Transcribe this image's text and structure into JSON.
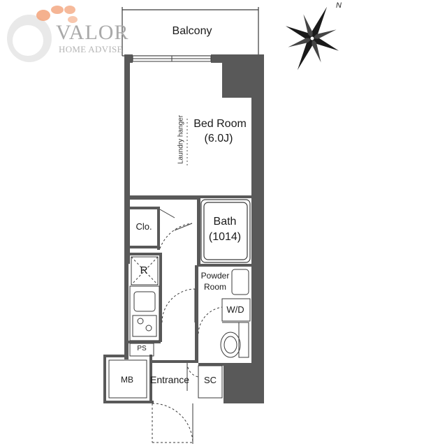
{
  "logo": {
    "brand": "VALOR",
    "subtitle": "HOME ADVISE"
  },
  "compass": {
    "north_label": "N",
    "icon": "compass-rose-icon"
  },
  "rooms": {
    "balcony": "Balcony",
    "bedroom_name": "Bed Room",
    "bedroom_size": "(6.0J)",
    "laundry_hanger": "Laundry hanger",
    "bath_name": "Bath",
    "bath_size": "(1014)",
    "closet": "Clo.",
    "refrigerator": "R",
    "powder_room_line1": "Powder",
    "powder_room_line2": "Room",
    "washer_dryer": "W/D",
    "pipe_space": "PS",
    "meter_box": "MB",
    "entrance": "Entrance",
    "shoe_closet": "SC"
  },
  "colors": {
    "wall": "#595959",
    "line": "#3a3a3a",
    "logo_orange": "#f3a37a",
    "logo_gray": "#c9c9c9"
  }
}
